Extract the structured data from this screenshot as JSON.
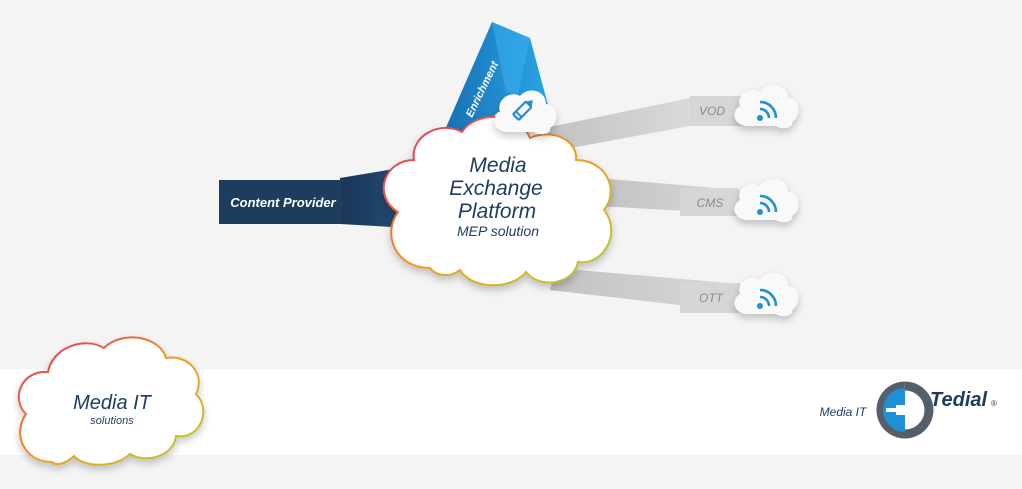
{
  "diagram": {
    "source": {
      "label": "Content Provider"
    },
    "enrichment": {
      "label": "Enrichment",
      "icon": "pencil-icon"
    },
    "hub": {
      "title_lines": [
        "Media",
        "Exchange",
        "Platform"
      ],
      "subtitle": "MEP solution"
    },
    "outputs": [
      {
        "label": "VOD",
        "icon": "signal-icon"
      },
      {
        "label": "CMS",
        "icon": "signal-icon"
      },
      {
        "label": "OTT",
        "icon": "signal-icon"
      }
    ]
  },
  "footer": {
    "brand_cloud": {
      "title": "Media IT",
      "subtitle": "solutions"
    },
    "tagline": "Media IT",
    "logo_word": "Tedial",
    "logo_mark": "®"
  },
  "colors": {
    "navy": "#1d3c5e",
    "blue": "#1f8fd6",
    "gray": "#cfcfcf",
    "magenta": "#e0206b",
    "orange": "#f39a1c",
    "green": "#b2cd35"
  }
}
